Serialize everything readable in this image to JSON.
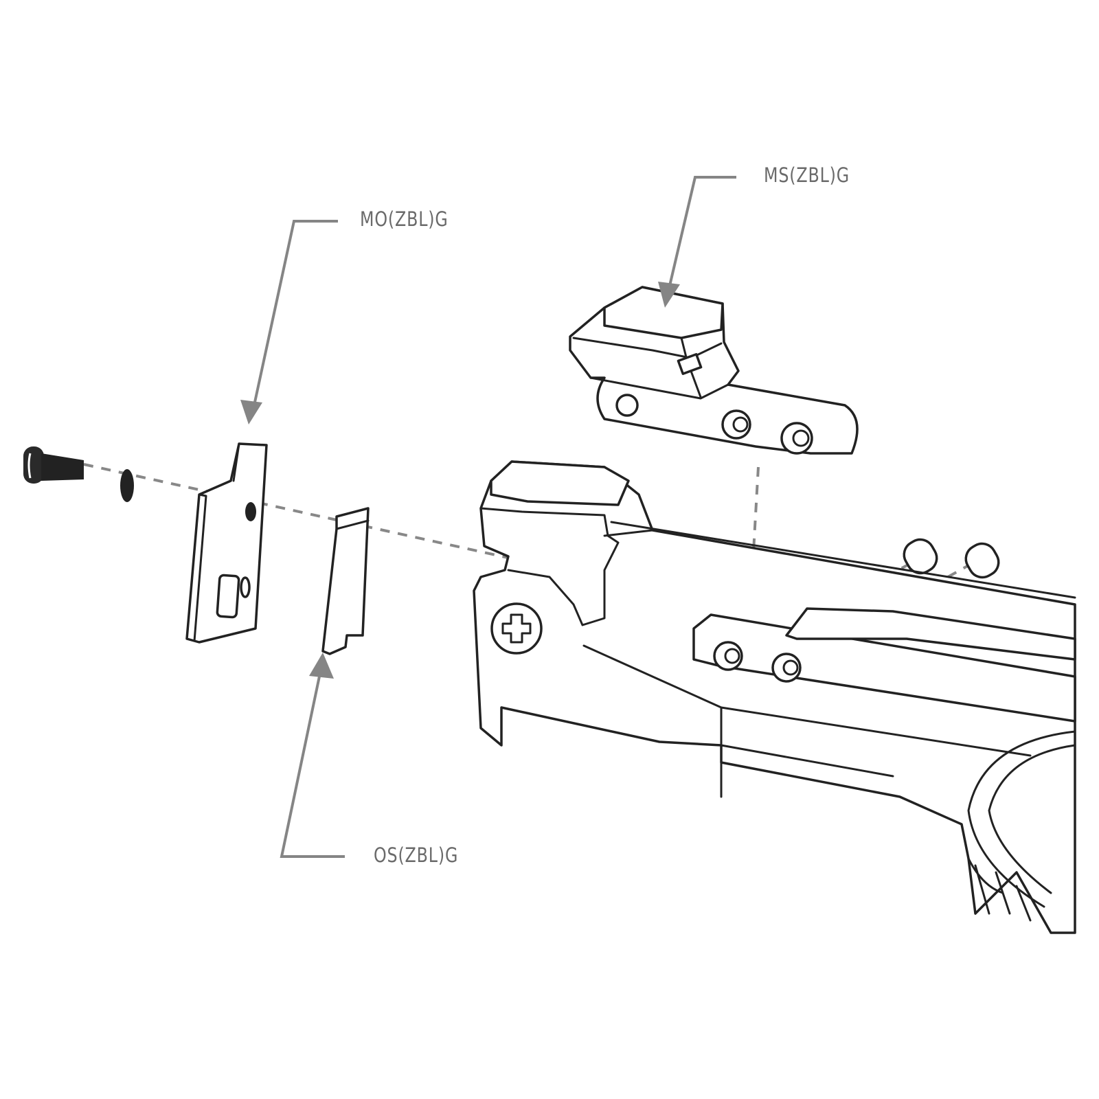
{
  "labels": {
    "mo": "MO(ZBL)G",
    "ms": "MS(ZBL)G",
    "os": "OS(ZBL)G"
  },
  "colors": {
    "line": "#222222",
    "leader": "#858585",
    "label": "#6a6a6a"
  }
}
